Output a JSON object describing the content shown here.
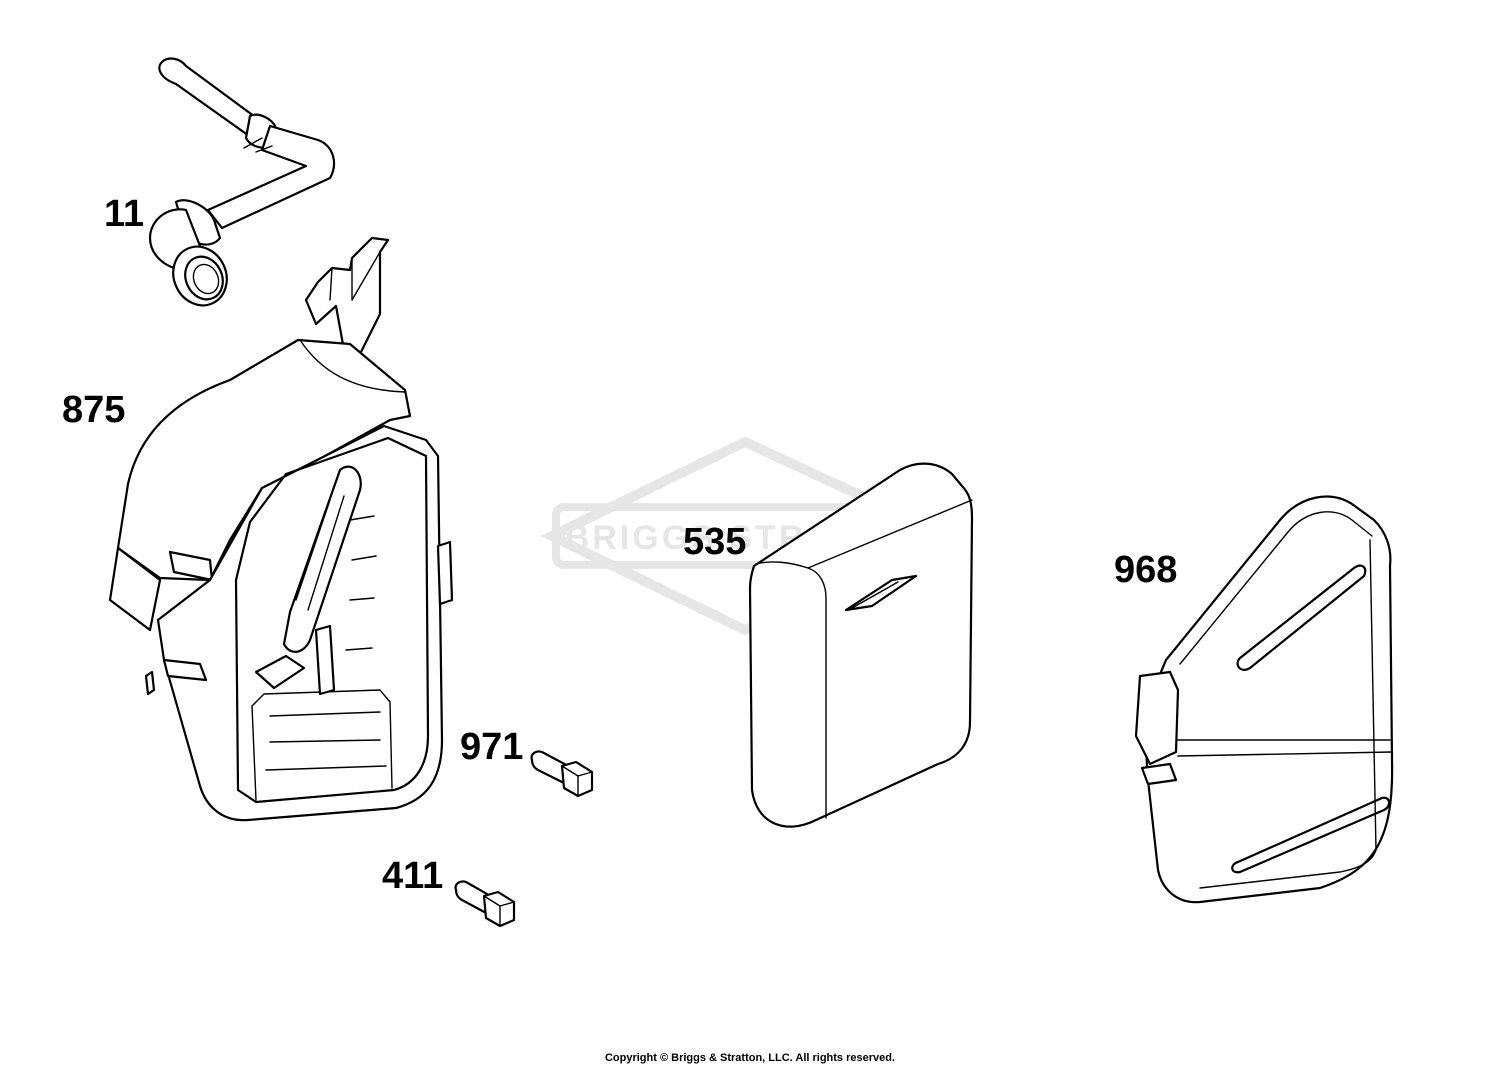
{
  "watermark": {
    "text": "BRIGGS STRATTON",
    "color": "#e6e6e6"
  },
  "parts": [
    {
      "id": "11",
      "label": "11",
      "icon": "breather-tube-icon"
    },
    {
      "id": "875",
      "label": "875",
      "icon": "air-cleaner-base-icon"
    },
    {
      "id": "535",
      "label": "535",
      "icon": "air-filter-cartridge-icon"
    },
    {
      "id": "968",
      "label": "968",
      "icon": "air-cleaner-cover-icon"
    },
    {
      "id": "971",
      "label": "971",
      "icon": "screw-icon"
    },
    {
      "id": "411",
      "label": "411",
      "icon": "screw-icon"
    }
  ],
  "footer": {
    "copyright": "Copyright © Briggs & Stratton, LLC. All rights reserved."
  },
  "colors": {
    "line": "#000000",
    "background": "#ffffff",
    "watermark": "#e6e6e6"
  }
}
